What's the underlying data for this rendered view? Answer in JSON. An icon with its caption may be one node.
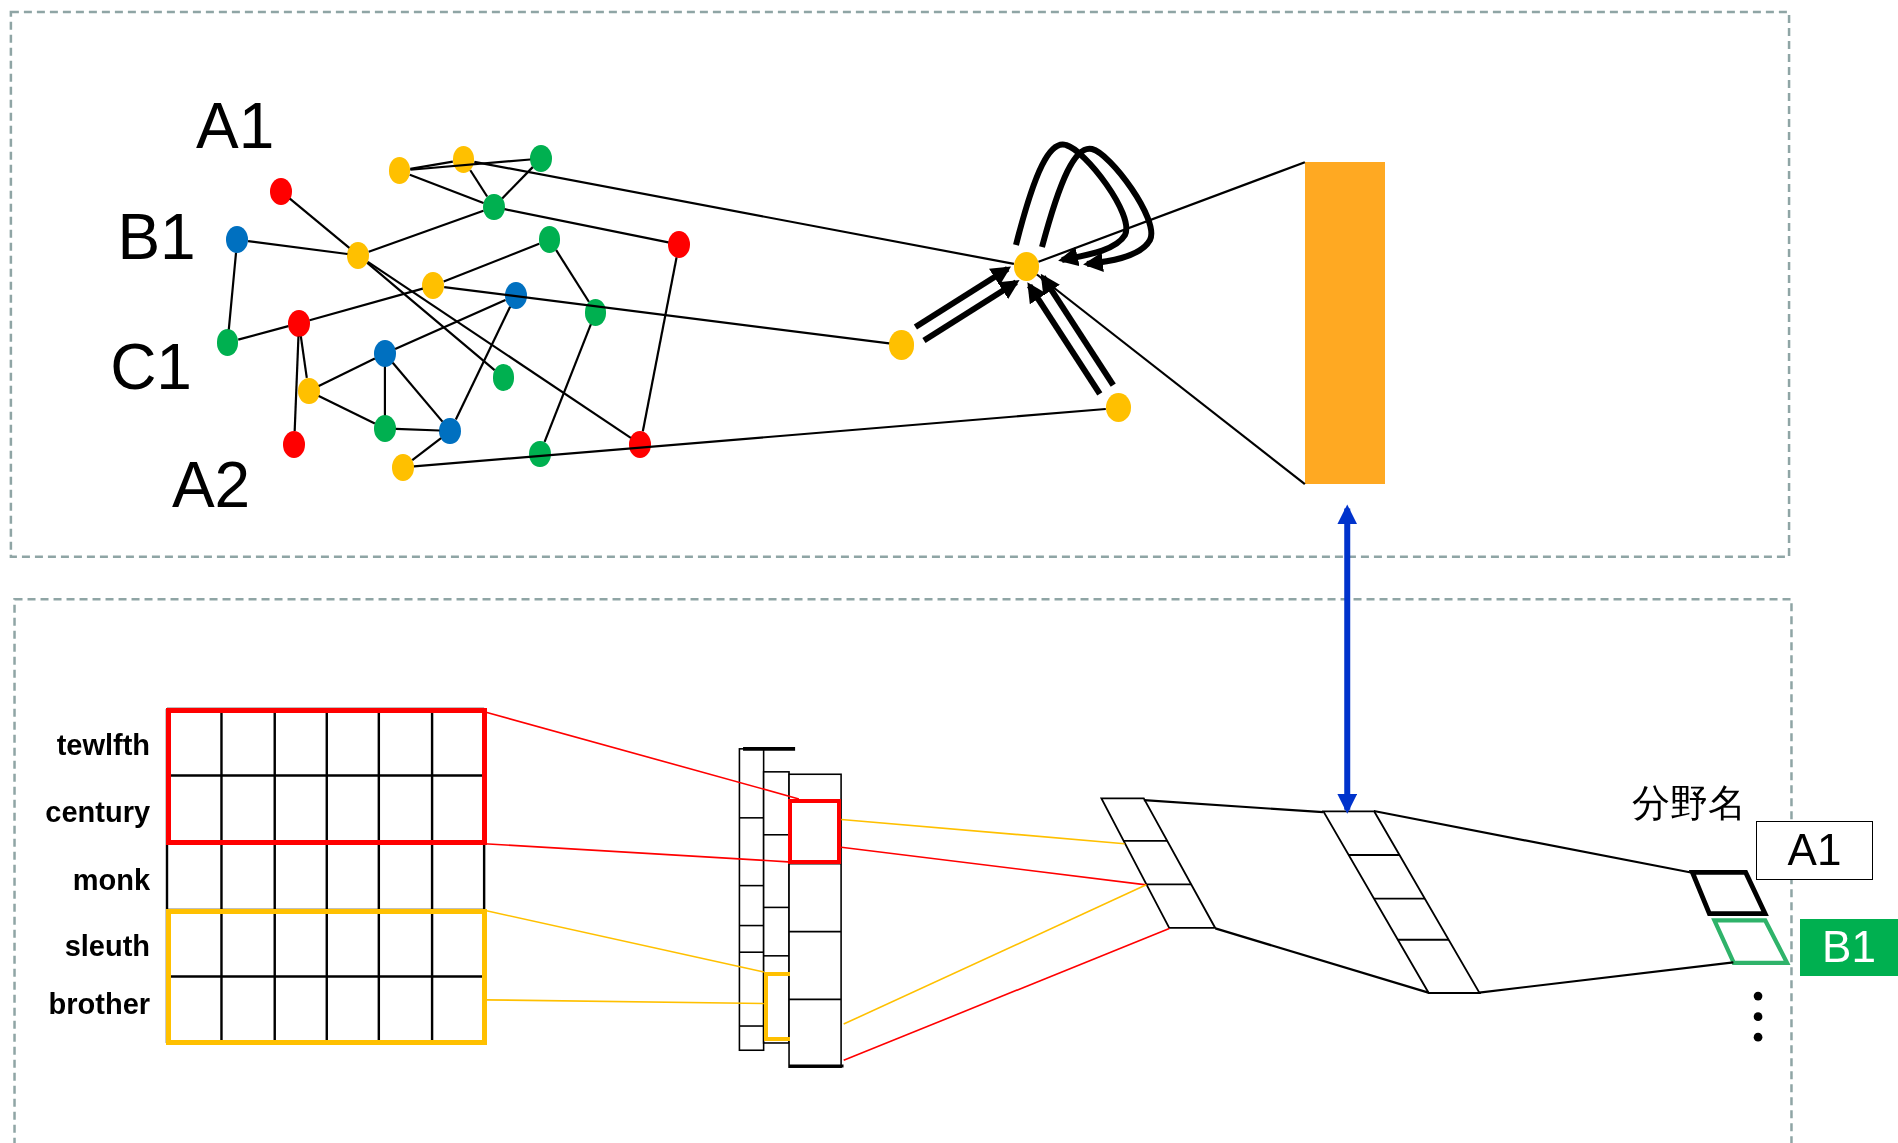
{
  "diagram": {
    "nodes": [
      {
        "text": [],
        "shape": "circle"
      },
      {
        "text": [],
        "shape": "circle"
      },
      {
        "text": [],
        "shape": "circle"
      },
      {
        "text": [],
        "shape": "circle"
      },
      {
        "text": [],
        "shape": "circle"
      },
      {
        "text": [],
        "shape": "circle"
      },
      {
        "text": [],
        "shape": "circle"
      },
      {
        "text": [],
        "shape": "circle"
      },
      {
        "text": [],
        "shape": "circle"
      },
      {
        "text": [],
        "shape": "circle"
      },
      {
        "text": [],
        "shape": "circle"
      },
      {
        "text": [],
        "shape": "circle"
      },
      {
        "text": [],
        "shape": "circle"
      },
      {
        "text": [],
        "shape": "circle"
      },
      {
        "text": [],
        "shape": "circle"
      },
      {
        "text": [],
        "shape": "circle"
      },
      {
        "text": [],
        "shape": "circle"
      },
      {
        "text": [],
        "shape": "circle"
      },
      {
        "text": [],
        "shape": "circle"
      },
      {
        "text": [],
        "shape": "circle"
      },
      {
        "text": [],
        "shape": "circle"
      },
      {
        "text": [],
        "shape": "circle"
      },
      {
        "text": [],
        "shape": "circle"
      },
      {
        "text": [],
        "shape": "circle"
      },
      {
        "text": [],
        "shape": "circle"
      },
      {
        "text": [],
        "shape": "circle"
      },
      {
        "text": [],
        "shape": "bar"
      },
      {
        "text": [],
        "shape": "box"
      },
      {
        "text": [],
        "shape": "box",
        "in": 27
      },
      {
        "text": [],
        "shape": "box",
        "in": 27
      },
      {
        "text": [],
        "shape": "box"
      },
      {
        "text": [],
        "shape": "box",
        "in": 30
      },
      {
        "text": [],
        "shape": "box",
        "in": 30
      },
      {
        "text": [],
        "shape": "parallelogram"
      },
      {
        "text": [],
        "shape": "parallelogram"
      },
      {
        "text": [],
        "shape": "parallelogram"
      },
      {
        "text": [],
        "shape": "parallelogram"
      },
      {
        "text": [
          "A1"
        ]
      },
      {
        "text": [
          "B1"
        ]
      }
    ],
    "edges": [
      {
        "from": 0,
        "to": 2,
        "arrow": "none"
      },
      {
        "from": 1,
        "to": 2,
        "arrow": "none"
      },
      {
        "from": 1,
        "to": 3,
        "arrow": "none"
      },
      {
        "from": 3,
        "to": 4,
        "arrow": "none"
      },
      {
        "from": 4,
        "to": 11,
        "arrow": "none"
      },
      {
        "from": 11,
        "to": 10,
        "arrow": "none"
      },
      {
        "from": 10,
        "to": 13,
        "arrow": "none"
      },
      {
        "from": 13,
        "to": 21,
        "arrow": "none"
      },
      {
        "from": 9,
        "to": 22,
        "arrow": "none"
      },
      {
        "from": 2,
        "to": 8,
        "arrow": "none"
      },
      {
        "from": 2,
        "to": 22,
        "arrow": "none"
      },
      {
        "from": 2,
        "to": 16,
        "arrow": "none"
      },
      {
        "from": 5,
        "to": 6,
        "arrow": "none"
      },
      {
        "from": 5,
        "to": 7,
        "arrow": "none"
      },
      {
        "from": 5,
        "to": 8,
        "arrow": "none"
      },
      {
        "from": 6,
        "to": 8,
        "arrow": "none"
      },
      {
        "from": 7,
        "to": 8,
        "arrow": "none"
      },
      {
        "from": 8,
        "to": 9,
        "arrow": "none"
      },
      {
        "from": 4,
        "to": 15,
        "arrow": "none"
      },
      {
        "from": 4,
        "to": 17,
        "arrow": "none"
      },
      {
        "from": 15,
        "to": 14,
        "arrow": "none"
      },
      {
        "from": 15,
        "to": 18,
        "arrow": "none"
      },
      {
        "from": 14,
        "to": 12,
        "arrow": "none"
      },
      {
        "from": 14,
        "to": 18,
        "arrow": "none"
      },
      {
        "from": 14,
        "to": 19,
        "arrow": "none"
      },
      {
        "from": 12,
        "to": 19,
        "arrow": "none"
      },
      {
        "from": 18,
        "to": 19,
        "arrow": "none"
      },
      {
        "from": 19,
        "to": 20,
        "arrow": "none"
      },
      {
        "from": 6,
        "to": 24,
        "arrow": "none"
      },
      {
        "from": 11,
        "to": 23,
        "arrow": "none"
      },
      {
        "from": 20,
        "to": 25,
        "arrow": "none"
      },
      {
        "from": 23,
        "to": 24,
        "arrow": "to",
        "style": "thick"
      },
      {
        "from": 23,
        "to": 24,
        "arrow": "to",
        "style": "thick"
      },
      {
        "from": 25,
        "to": 24,
        "arrow": "to",
        "style": "thick"
      },
      {
        "from": 25,
        "to": 24,
        "arrow": "to",
        "style": "thick"
      },
      {
        "from": 24,
        "to": 24,
        "arrow": "to",
        "style": "thick"
      },
      {
        "from": 24,
        "to": 24,
        "arrow": "to",
        "style": "thick"
      },
      {
        "from": 24,
        "to": 26,
        "arrow": "none"
      },
      {
        "from": 24,
        "to": 26,
        "arrow": "none"
      },
      {
        "from": 28,
        "to": 31,
        "arrow": "none",
        "color": "#ff0000"
      },
      {
        "from": 28,
        "to": 31,
        "arrow": "none",
        "color": "#ff0000"
      },
      {
        "from": 29,
        "to": 32,
        "arrow": "none",
        "color": "#ffc000"
      },
      {
        "from": 29,
        "to": 32,
        "arrow": "none",
        "color": "#ffc000"
      },
      {
        "from": 31,
        "to": 33,
        "arrow": "none",
        "color": "#ffc000"
      },
      {
        "from": 31,
        "to": 33,
        "arrow": "none",
        "color": "#ff0000"
      },
      {
        "from": 30,
        "to": 33,
        "arrow": "none",
        "color": "#ffc000"
      },
      {
        "from": 30,
        "to": 33,
        "arrow": "none",
        "color": "#ff0000"
      },
      {
        "from": 33,
        "to": 34,
        "arrow": "none"
      },
      {
        "from": 33,
        "to": 34,
        "arrow": "none"
      },
      {
        "from": 34,
        "to": 35,
        "arrow": "none"
      },
      {
        "from": 34,
        "to": 36,
        "arrow": "none"
      },
      {
        "from": 26,
        "to": 34,
        "arrow": "both",
        "style": "thick",
        "color": "#0033cc"
      }
    ],
    "labels": [
      "A1",
      "B1",
      "C1",
      "A2",
      "tewlfth",
      "century",
      "monk",
      "sleuth",
      "brother",
      "分野名"
    ]
  }
}
